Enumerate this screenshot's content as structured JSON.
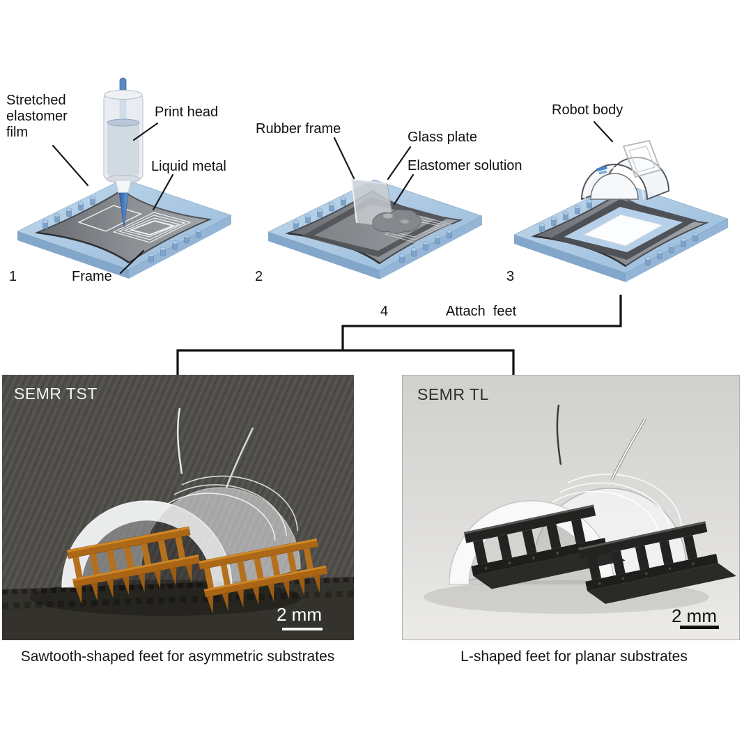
{
  "figure_labels": {
    "step1": {
      "number": "1",
      "film_line1": "Stretched",
      "film_line2": "elastomer",
      "film_line3": "film",
      "print_head": "Print head",
      "liquid_metal": "Liquid metal",
      "frame": "Frame"
    },
    "step2": {
      "number": "2",
      "rubber_frame": "Rubber frame",
      "glass_plate": "Glass plate",
      "elastomer_solution": "Elastomer solution"
    },
    "step3": {
      "number": "3",
      "robot_body": "Robot body"
    },
    "step4": {
      "number": "4",
      "action": "Attach  feet"
    }
  },
  "photos": {
    "left": {
      "tag": "SEMR TST",
      "scale_bar": "2 mm",
      "caption": "Sawtooth-shaped feet for asymmetric substrates"
    },
    "right": {
      "tag": "SEMR TL",
      "scale_bar": "2 mm",
      "caption": "L-shaped feet for planar substrates"
    }
  },
  "colors": {
    "label_text": "#111111",
    "plate_blue": "#aac7e3",
    "plate_edge_blue": "#83a7ca",
    "film_gray": "#77797c",
    "pin_blue": "#8fb3d6",
    "needle_blue": "#3a6db2",
    "glass_gray": "#c9ced2",
    "rubber_frame_dark": "#515458",
    "photo_left_bg": "#504e49",
    "photo_left_text": "#f4f4f1",
    "sawtooth_feet_copper": "#b4701d",
    "photo_right_bg": "#d9d9d6",
    "photo_right_text": "#2e2e2c",
    "l_feet_black": "#232321",
    "scalebar_left": "#ffffff",
    "scalebar_right": "#111111"
  }
}
